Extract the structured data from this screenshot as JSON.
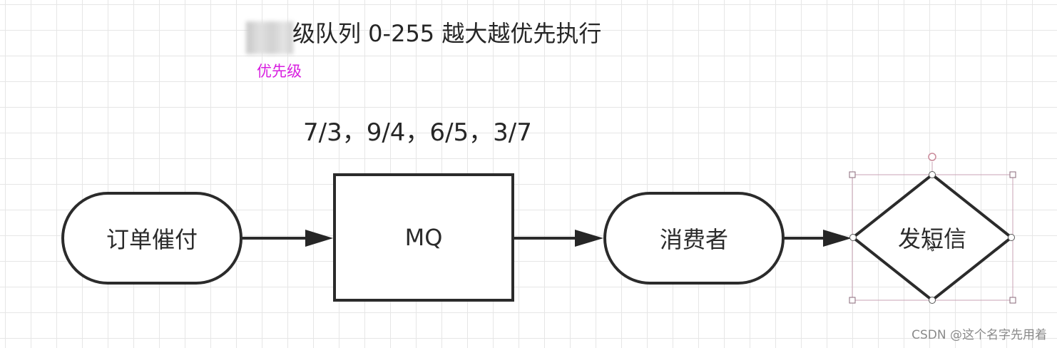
{
  "header": {
    "title": "级队列  0-255 越大越优先执行",
    "note": "优先级"
  },
  "priorities": "7/3，9/4，6/5，3/7",
  "nodes": {
    "order_reminder": "订单催付",
    "mq": "MQ",
    "consumer": "消费者",
    "send_sms": "发短信"
  },
  "watermark": "CSDN @这个名字先用着"
}
